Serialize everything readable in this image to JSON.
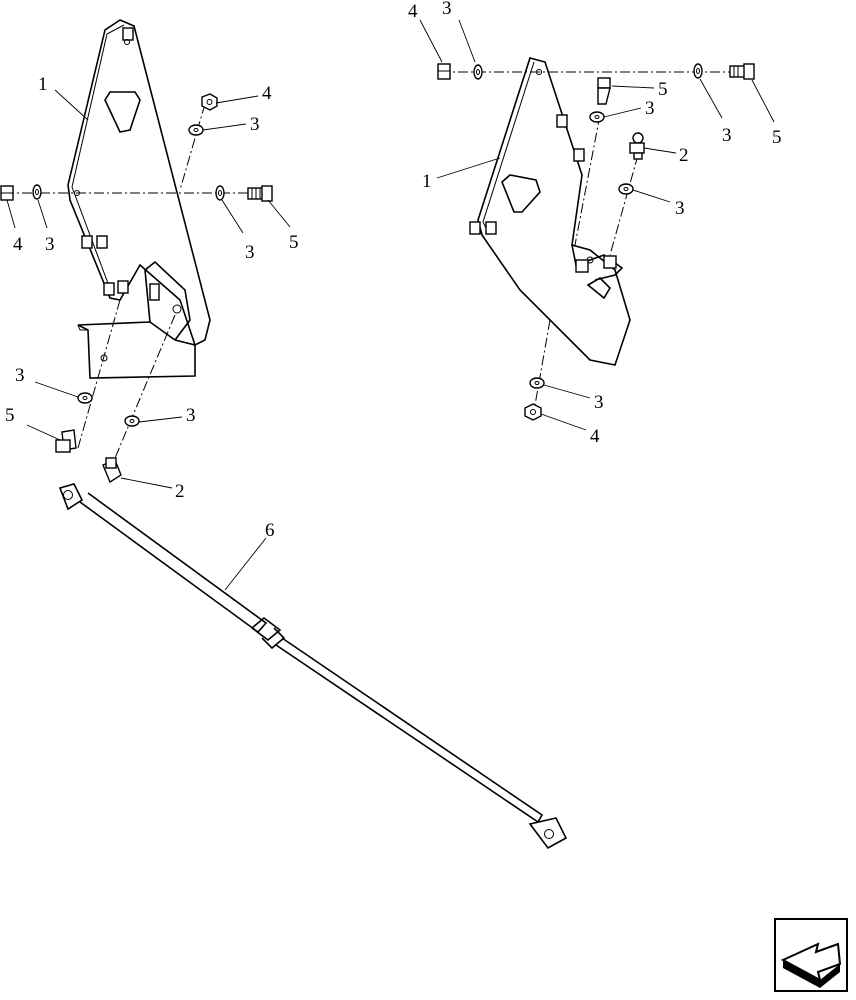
{
  "diagram": {
    "callouts": [
      "1",
      "2",
      "3",
      "4",
      "5",
      "6"
    ],
    "part_icons": [
      "bracket-left",
      "bracket-right",
      "gas-strut",
      "hex-nut",
      "washer",
      "bolt",
      "ball-stud"
    ]
  },
  "nav": {
    "icon": "previous-page-arrow-icon"
  }
}
